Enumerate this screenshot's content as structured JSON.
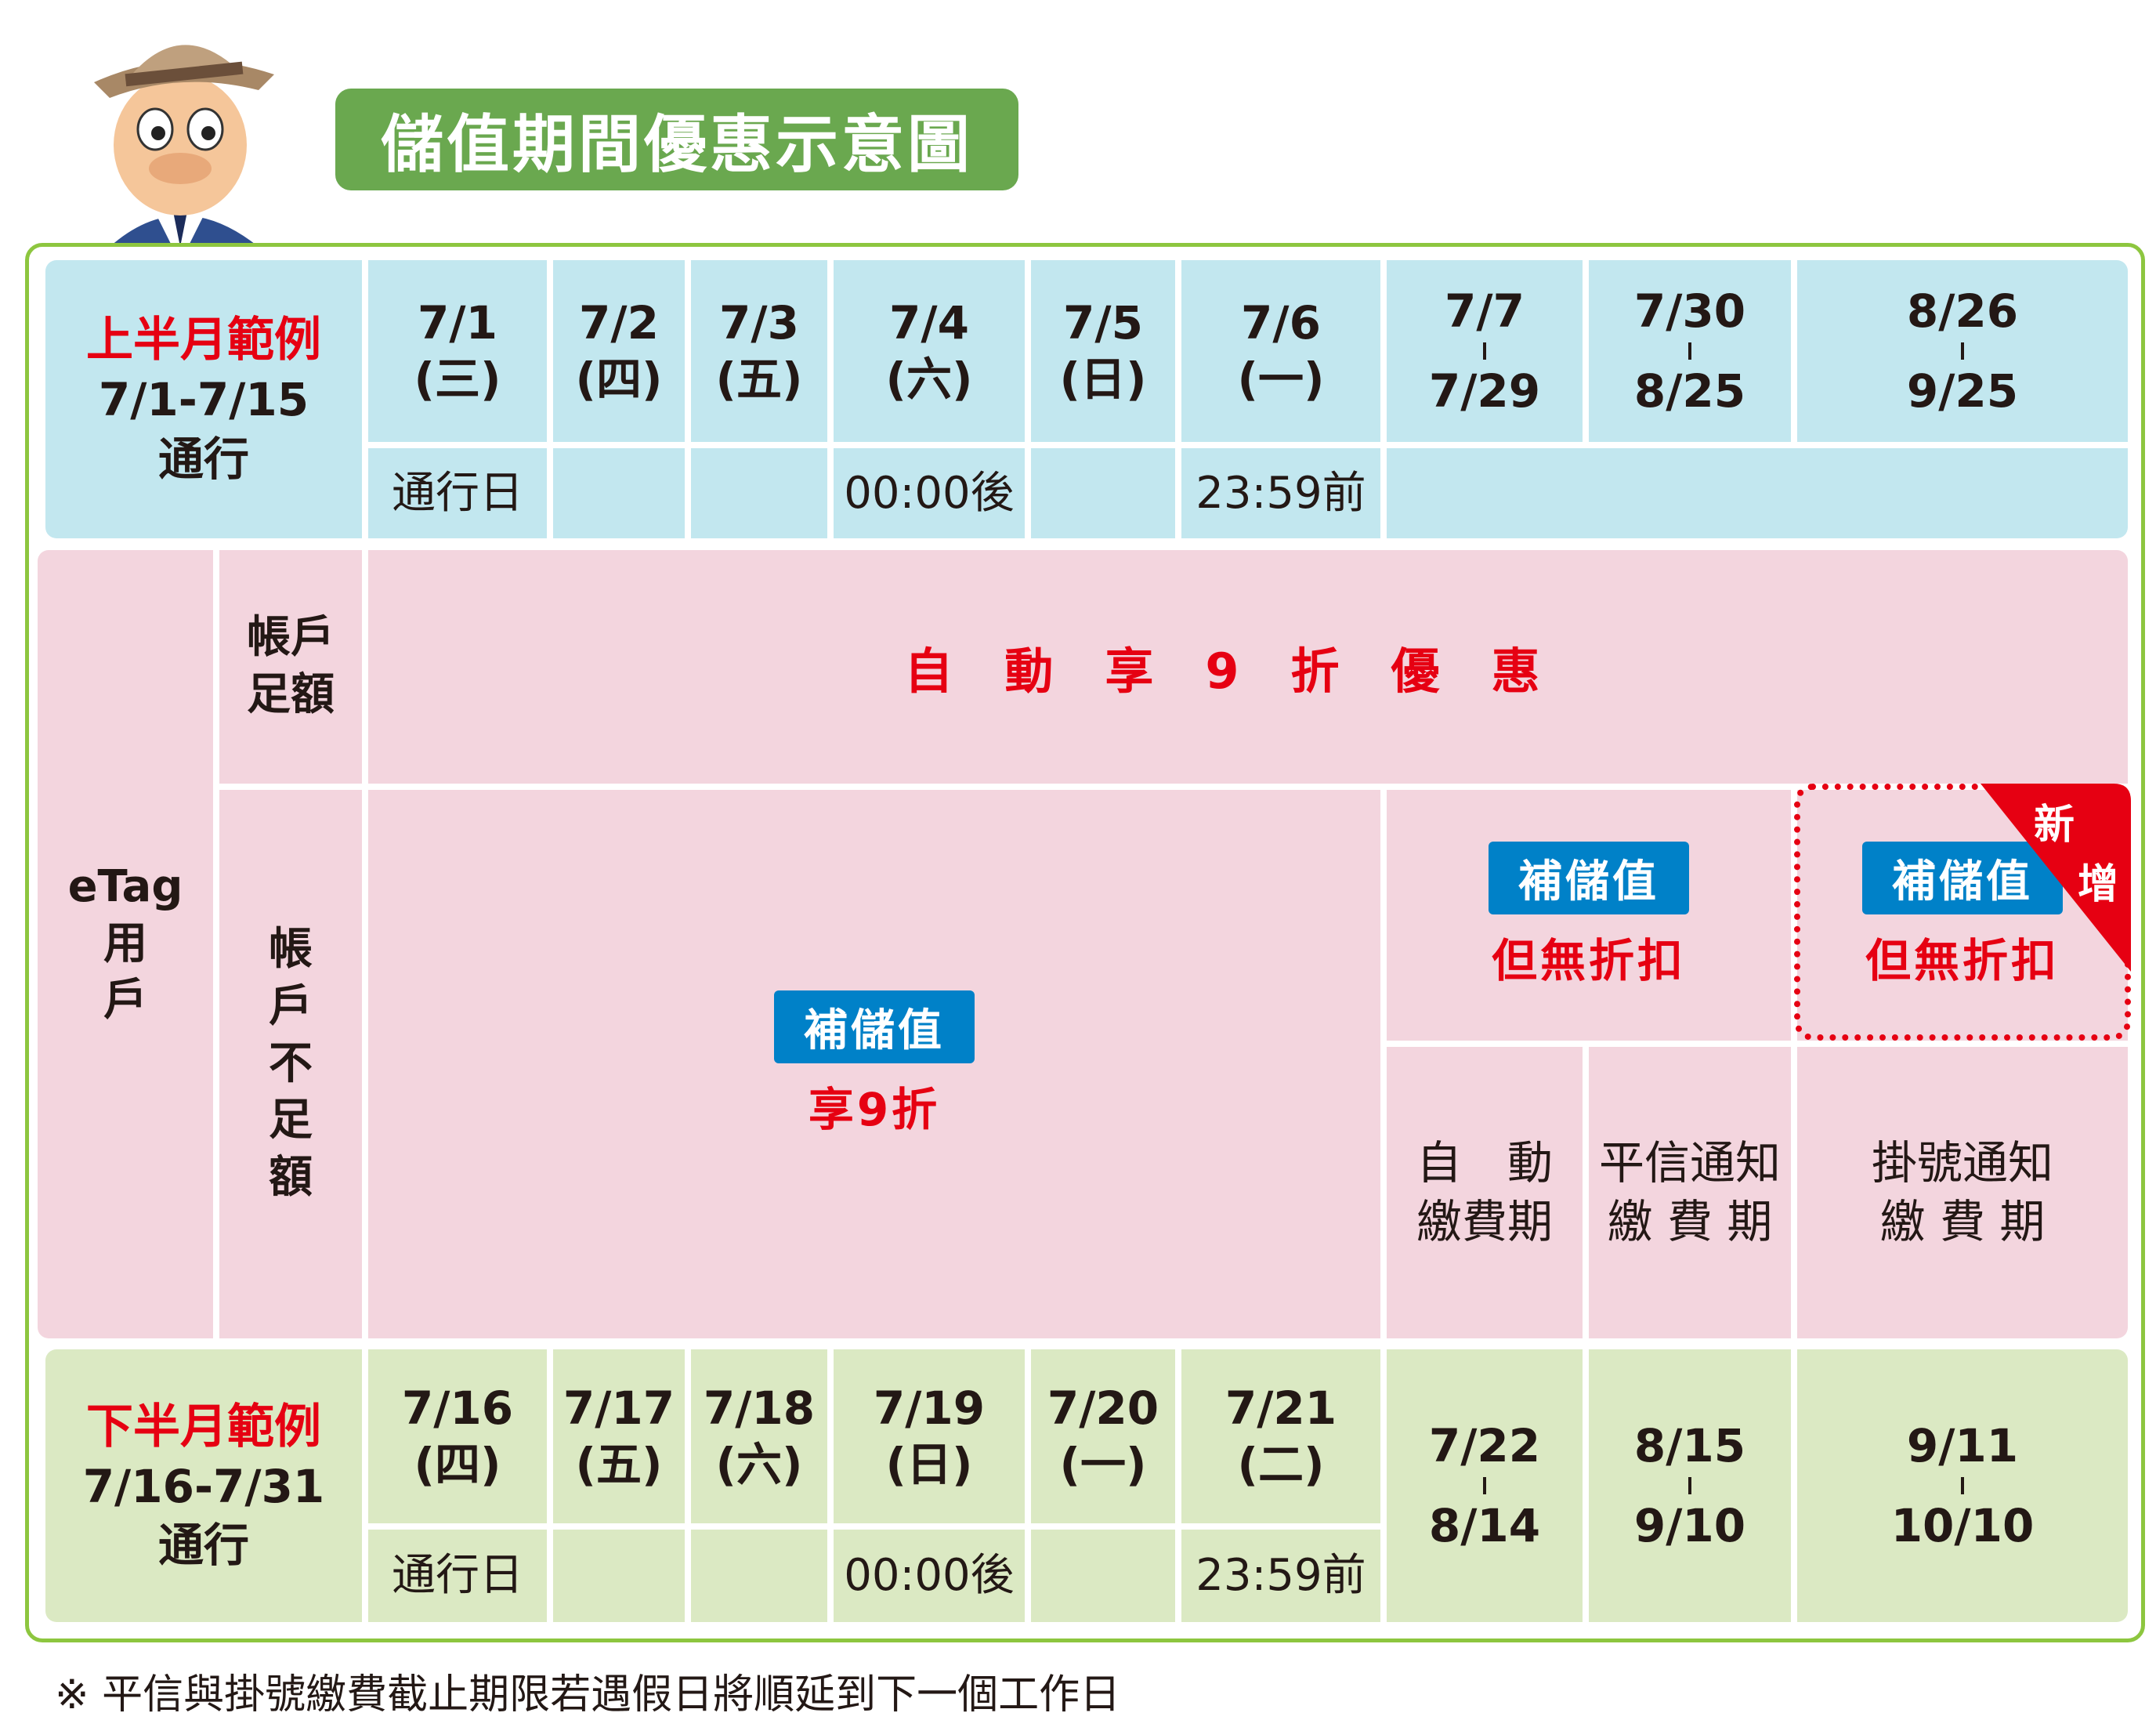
{
  "title": "儲值期間優惠示意圖",
  "top": {
    "label_red": "上半月範例",
    "label_range": "7/1-7/15",
    "label_pass": "通行",
    "dates": [
      {
        "d": "7/1",
        "w": "(三)"
      },
      {
        "d": "7/2",
        "w": "(四)"
      },
      {
        "d": "7/3",
        "w": "(五)"
      },
      {
        "d": "7/4",
        "w": "(六)"
      },
      {
        "d": "7/5",
        "w": "(日)"
      },
      {
        "d": "7/6",
        "w": "(一)"
      }
    ],
    "ranges": [
      {
        "a": "7/7",
        "b": "7/29"
      },
      {
        "a": "7/30",
        "b": "8/25"
      },
      {
        "a": "8/26",
        "b": "9/25"
      }
    ],
    "sub": {
      "c1": "通行日",
      "c4": "00:00後",
      "c6": "23:59前"
    }
  },
  "etag": {
    "label1": "eTag",
    "label2": "用",
    "label3": "戶"
  },
  "sufficient": {
    "label1": "帳戶",
    "label2": "足額",
    "text": "自動享9折優惠"
  },
  "insufficient": {
    "chars": [
      "帳",
      "戶",
      "不",
      "足",
      "額"
    ],
    "main_badge": "補儲值",
    "main_text": "享9折",
    "mid_badge": "補儲值",
    "mid_text": "但無折扣",
    "new_badge": "補儲值",
    "new_text": "但無折扣",
    "new_tag_1": "新",
    "new_tag_2": "增",
    "periods": [
      {
        "l1": "自　動",
        "l2": "繳費期"
      },
      {
        "l1": "平信通知",
        "l2": "繳 費 期"
      },
      {
        "l1": "掛號通知",
        "l2": "繳 費 期"
      }
    ]
  },
  "bottom": {
    "label_red": "下半月範例",
    "label_range": "7/16-7/31",
    "label_pass": "通行",
    "dates": [
      {
        "d": "7/16",
        "w": "(四)"
      },
      {
        "d": "7/17",
        "w": "(五)"
      },
      {
        "d": "7/18",
        "w": "(六)"
      },
      {
        "d": "7/19",
        "w": "(日)"
      },
      {
        "d": "7/20",
        "w": "(一)"
      },
      {
        "d": "7/21",
        "w": "(二)"
      }
    ],
    "ranges": [
      {
        "a": "7/22",
        "b": "8/14"
      },
      {
        "a": "8/15",
        "b": "9/10"
      },
      {
        "a": "9/11",
        "b": "10/10"
      }
    ],
    "sub": {
      "c1": "通行日",
      "c4": "00:00後",
      "c6": "23:59前"
    }
  },
  "note": "※ 平信與掛號繳費截止期限若遇假日將順延到下一個工作日",
  "colors": {
    "blue_row": "#c2e7ef",
    "pink_row": "#f3d5de",
    "green_row": "#dbe9c3",
    "accent_red": "#e60012",
    "badge_blue": "#0081c8",
    "frame_green": "#8dc63f"
  }
}
